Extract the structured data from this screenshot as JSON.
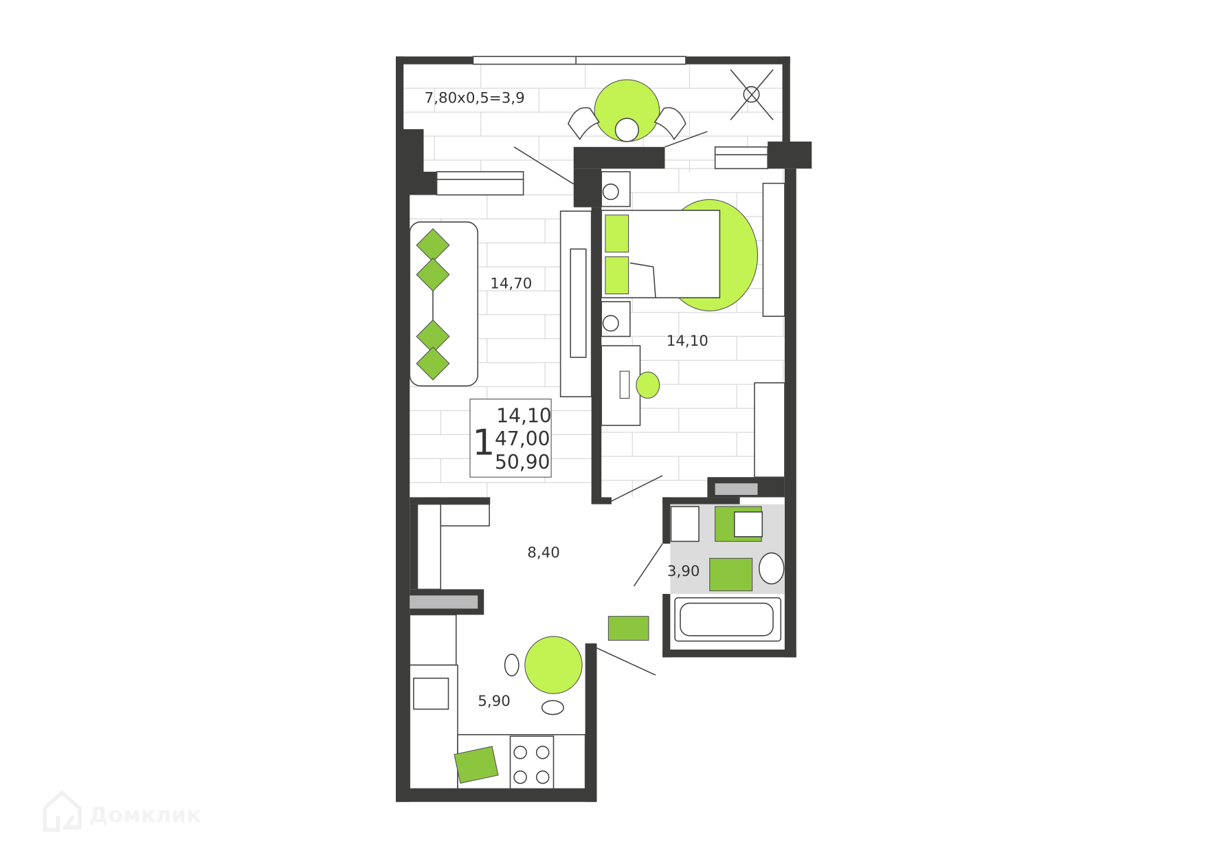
{
  "plan": {
    "balcony_label": "7,80x0,5=3,9",
    "rooms": {
      "living_area": "14,70",
      "bedroom_area": "14,10",
      "hall_area": "8,40",
      "bathroom_area": "3,90",
      "kitchen_area": "5,90"
    },
    "summary": {
      "rooms_count": "1",
      "living": "14,10",
      "total": "47,00",
      "total_with_balcony": "50,90"
    },
    "watermark": "Домклик"
  },
  "colors": {
    "wall": "#3c3c3b",
    "accent_light": "#c3f253",
    "accent_dark": "#8cc63f"
  }
}
